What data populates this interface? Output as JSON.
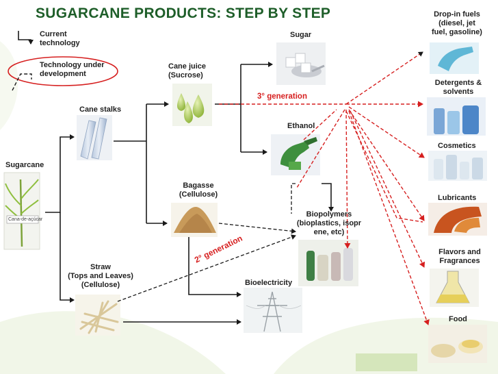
{
  "title": "SUGARCANE PRODUCTS: STEP BY STEP",
  "legend": {
    "current": [
      "Current",
      "technology"
    ],
    "development": [
      "Technology under",
      "development"
    ]
  },
  "nodes": {
    "sugarcane": "Sugarcane",
    "sugarcane_tag": "Cana-de-açúcar",
    "cane_stalks": "Cane stalks",
    "cane_juice": [
      "Cane juice",
      "(Sucrose)"
    ],
    "straw": [
      "Straw",
      "(Tops and Leaves)",
      "(Cellulose)"
    ],
    "sugar": "Sugar",
    "ethanol": "Ethanol",
    "bagasse": [
      "Bagasse",
      "(Cellulose)"
    ],
    "biopolymers": [
      "Biopolymers",
      "(bioplastics, isopr",
      "ene, etc)"
    ],
    "bioelectricity": "Bioelectricity"
  },
  "generations": {
    "third": "3° generation",
    "second": "2° generation"
  },
  "outputs": {
    "dropin": [
      "Drop-in fuels",
      "(diesel, jet",
      "fuel, gasoline)"
    ],
    "detergents": [
      "Detergents  &",
      "solvents"
    ],
    "cosmetics": "Cosmetics",
    "lubricants": "Lubricants",
    "flavors": [
      "Flavors and",
      "Fragrances"
    ],
    "food": "Food"
  },
  "colors": {
    "title": "#1e5e29",
    "current_arrow": "#1a1a1a",
    "development_arrow": "#d61f1f",
    "background_leaf": "#e5efd6"
  }
}
